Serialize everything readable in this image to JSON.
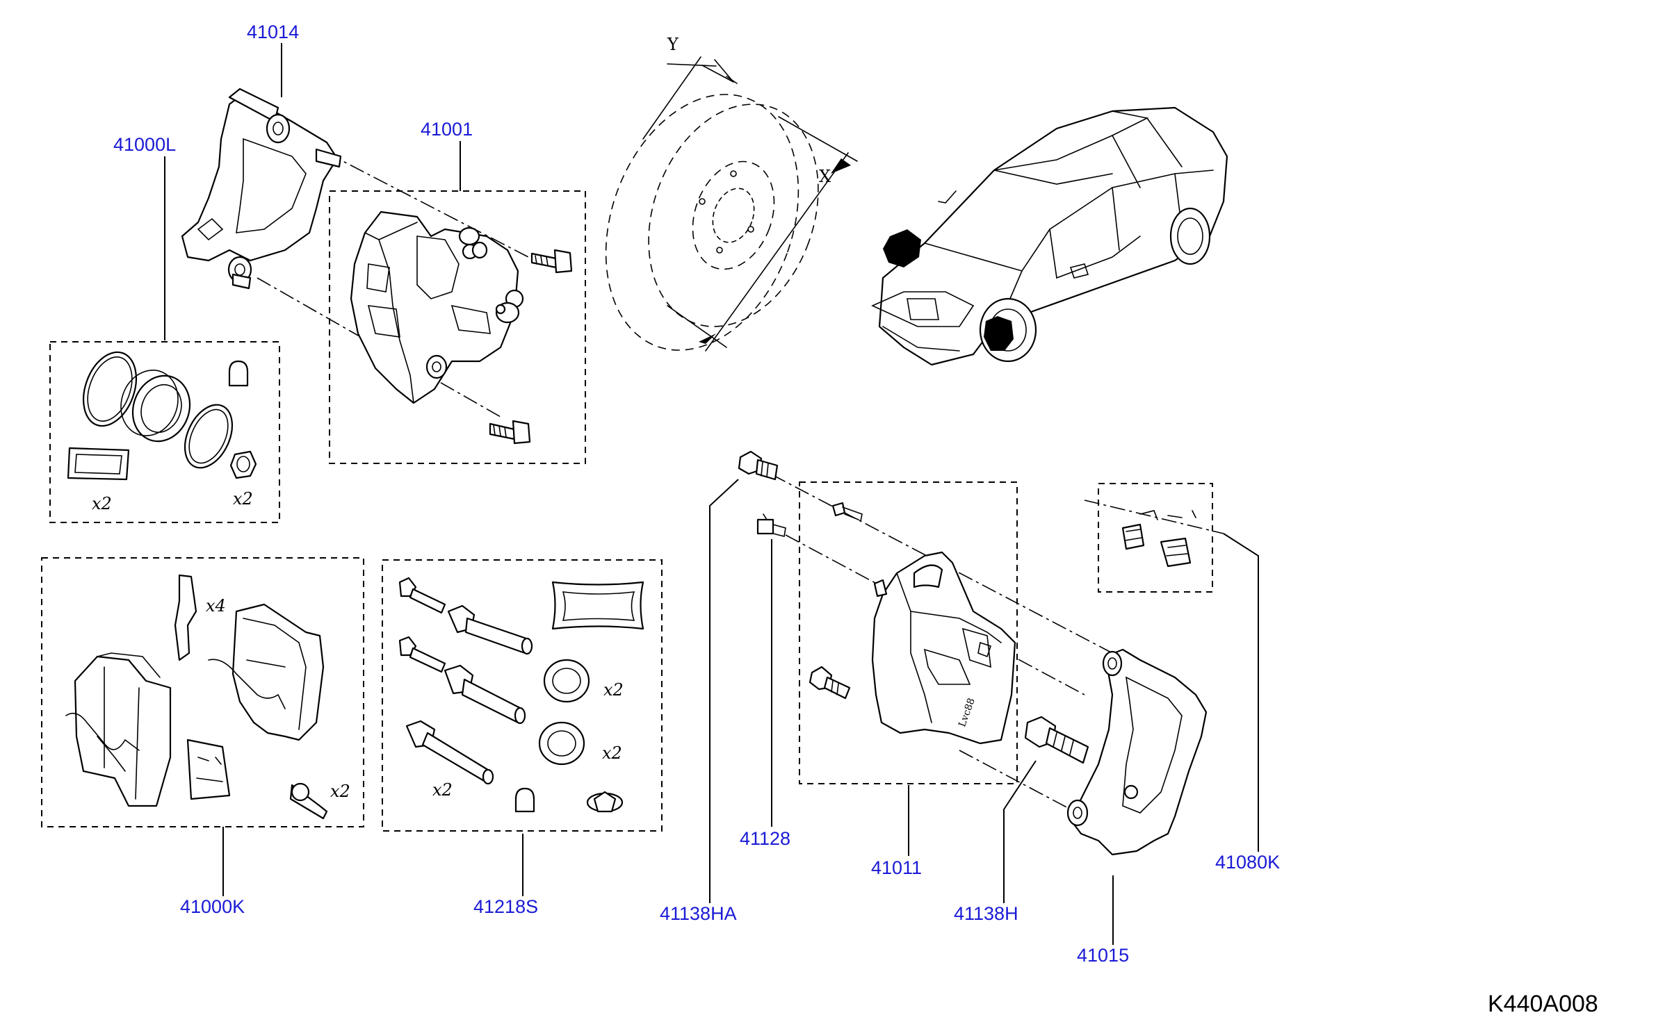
{
  "diagram": {
    "code": "K440A008",
    "dimension_labels": [
      "Y",
      "X"
    ],
    "parts": [
      {
        "id": "p41014",
        "label": "41014"
      },
      {
        "id": "p41001",
        "label": "41001"
      },
      {
        "id": "p41000L",
        "label": "41000L"
      },
      {
        "id": "p41000K",
        "label": "41000K"
      },
      {
        "id": "p41218S",
        "label": "41218S"
      },
      {
        "id": "p41138HA",
        "label": "41138HA"
      },
      {
        "id": "p41128",
        "label": "41128"
      },
      {
        "id": "p41011",
        "label": "41011"
      },
      {
        "id": "p41138H",
        "label": "41138H"
      },
      {
        "id": "p41015",
        "label": "41015"
      },
      {
        "id": "p41080K",
        "label": "41080K"
      }
    ],
    "quantities": {
      "seal_kit_left": "x2",
      "seal_kit_right": "x2",
      "pad_clips": "x4",
      "pad_bolts": "x2",
      "boots_upper": "x2",
      "boots_lower": "x2",
      "slide_pins": "x2"
    },
    "caliper_marking": "Lvc88"
  }
}
